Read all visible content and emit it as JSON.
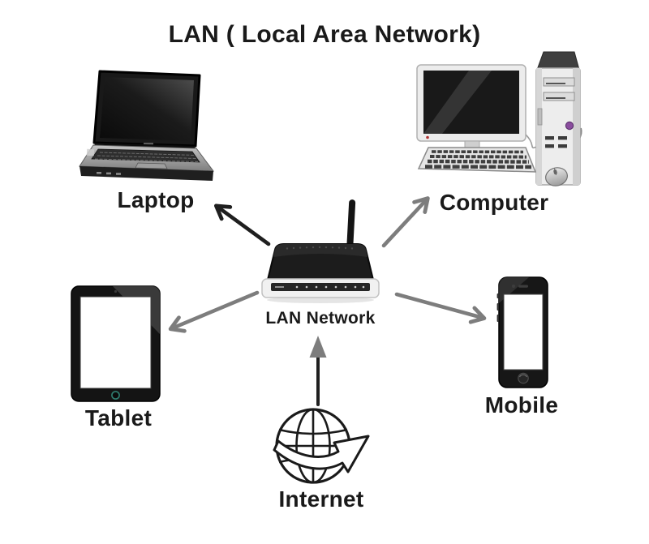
{
  "title": "LAN ( Local Area Network)",
  "diagram": {
    "center": {
      "id": "router",
      "label": "LAN Network",
      "icon": "wireless-router-icon"
    },
    "nodes": [
      {
        "id": "laptop",
        "label": "Laptop",
        "icon": "laptop-icon",
        "position": "top-left"
      },
      {
        "id": "computer",
        "label": "Computer",
        "icon": "desktop-computer-icon",
        "position": "top-right"
      },
      {
        "id": "tablet",
        "label": "Tablet",
        "icon": "tablet-icon",
        "position": "middle-left"
      },
      {
        "id": "mobile",
        "label": "Mobile",
        "icon": "smartphone-icon",
        "position": "middle-right"
      },
      {
        "id": "internet",
        "label": "Internet",
        "icon": "internet-globe-icon",
        "position": "bottom-center"
      }
    ],
    "connections": [
      {
        "from": "router",
        "to": "laptop",
        "style": "black-arrow"
      },
      {
        "from": "router",
        "to": "computer",
        "style": "gray-arrow"
      },
      {
        "from": "router",
        "to": "tablet",
        "style": "gray-arrow"
      },
      {
        "from": "router",
        "to": "mobile",
        "style": "gray-arrow"
      },
      {
        "from": "internet",
        "to": "router",
        "style": "black-shaft-gray-head"
      }
    ]
  },
  "colors": {
    "background": "#ffffff",
    "text": "#1a1a1a",
    "arrow_black": "#1f1f1f",
    "arrow_gray": "#7d7d7d"
  }
}
